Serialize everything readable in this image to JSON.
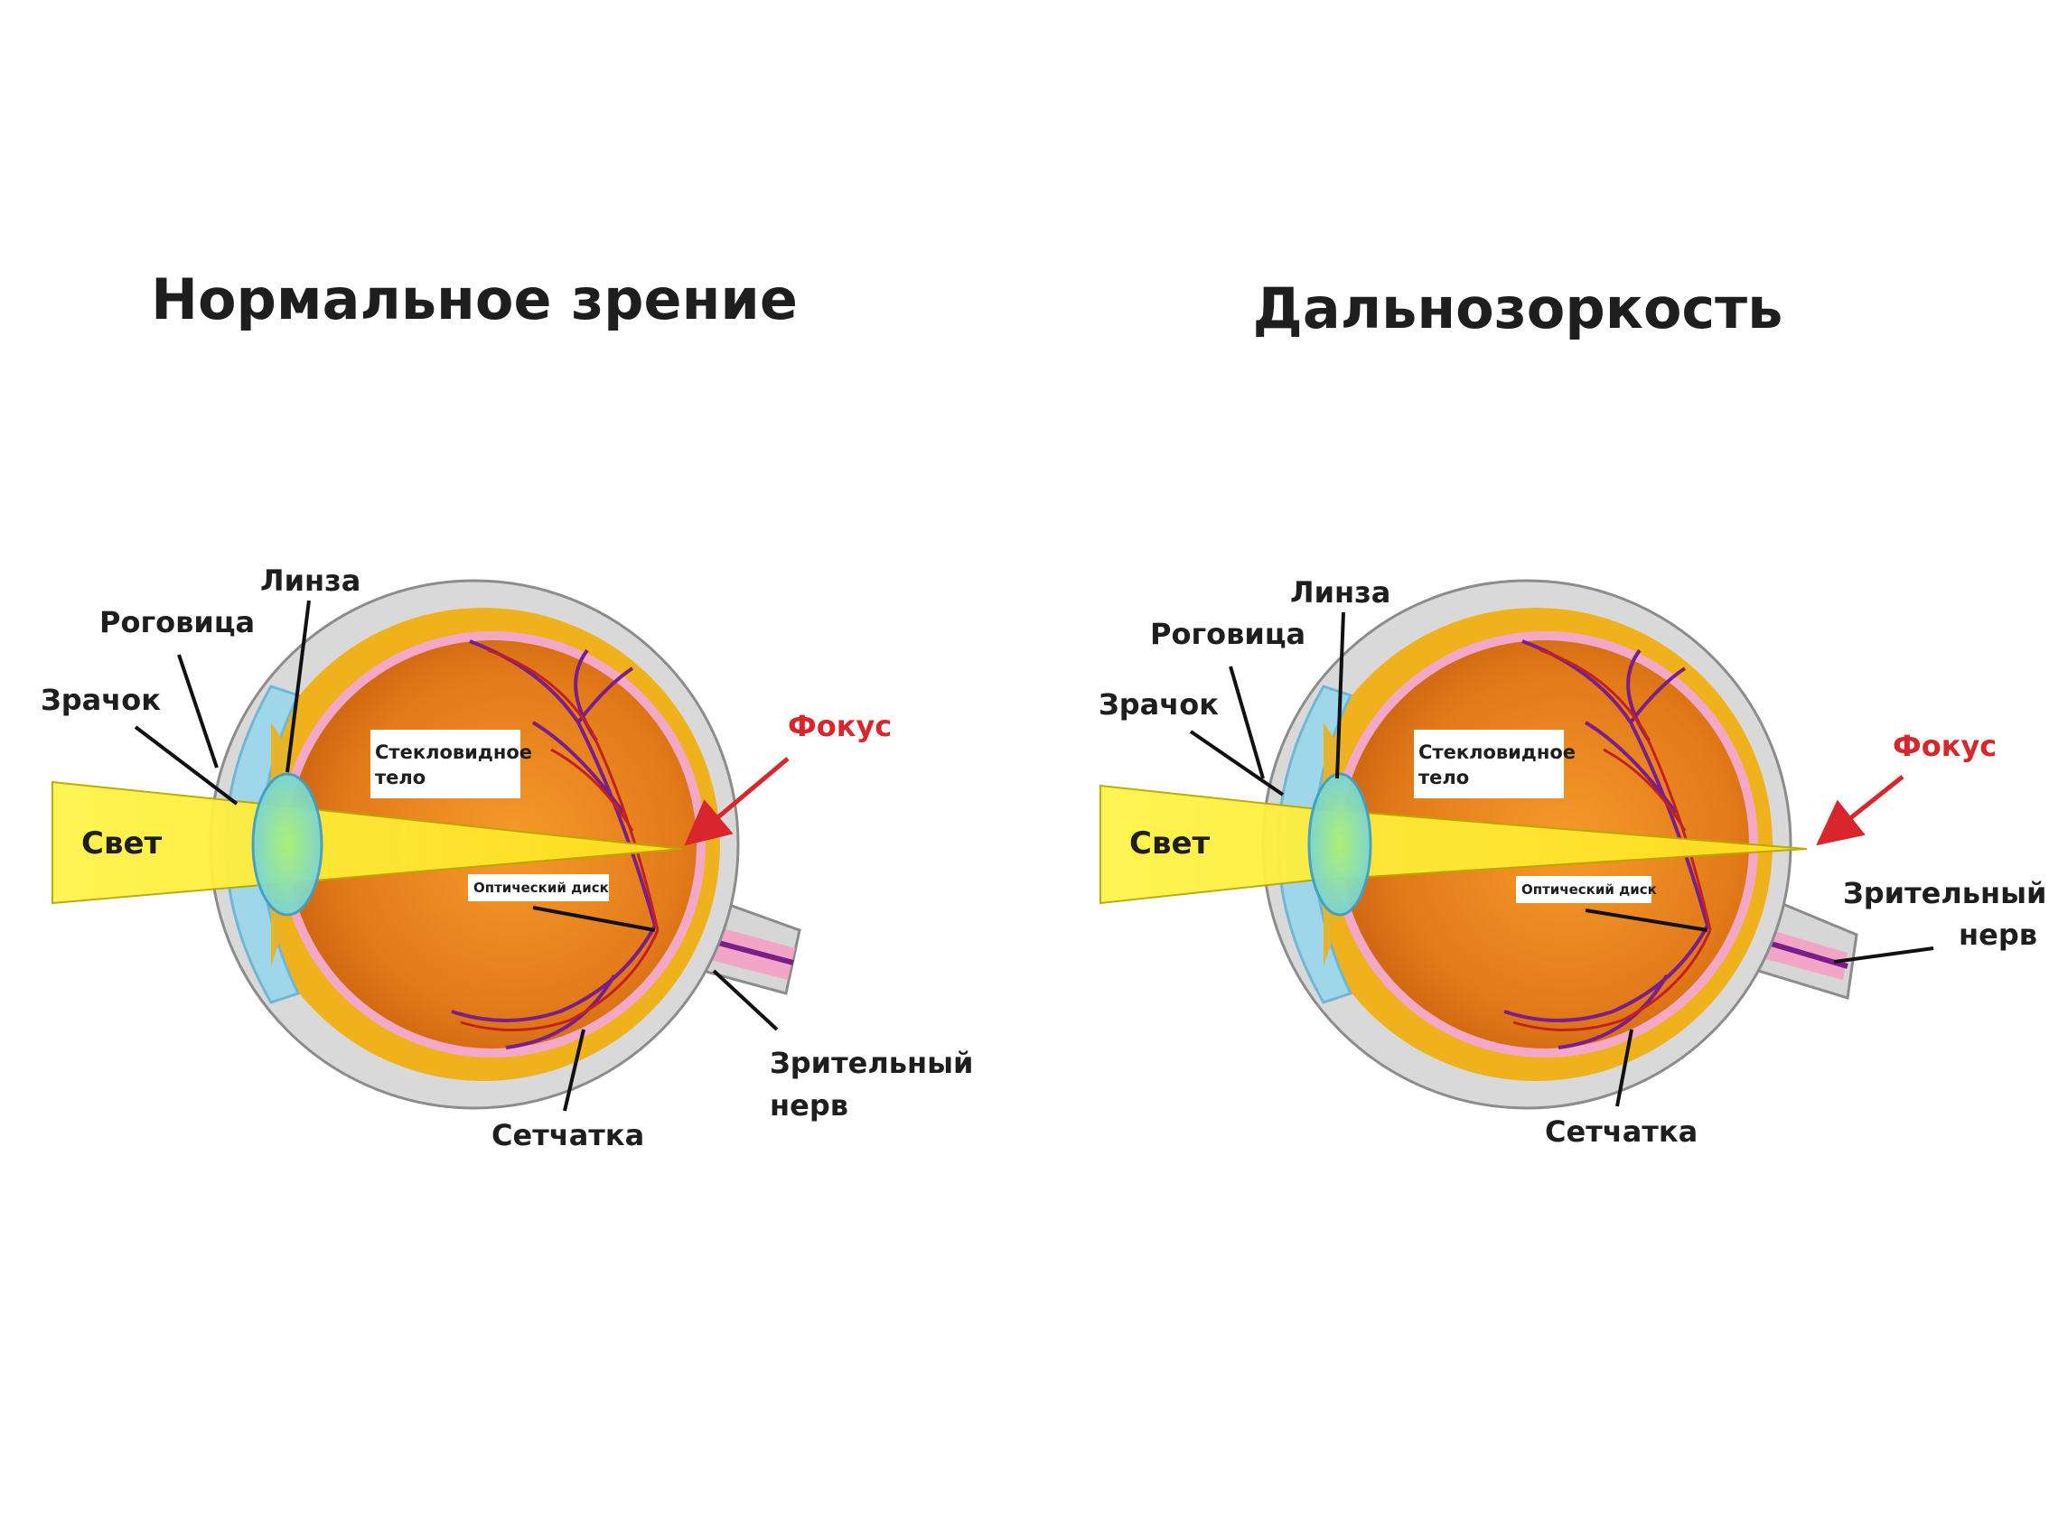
{
  "panels": [
    {
      "title": "Нормальное зрение",
      "labels": {
        "lens": "Линза",
        "cornea": "Роговица",
        "pupil": "Зрачок",
        "light": "Свет",
        "vitreous_line1": "Стекловидное",
        "vitreous_line2": "тело",
        "optic_disc": "Оптический диск",
        "focus": "Фокус",
        "retina": "Сетчатка",
        "optic_nerve_line1": "Зрительный",
        "optic_nerve_line2": "нерв"
      }
    },
    {
      "title": "Дальнозоркость",
      "labels": {
        "lens": "Линза",
        "cornea": "Роговица",
        "pupil": "Зрачок",
        "light": "Свет",
        "vitreous_line1": "Стекловидное",
        "vitreous_line2": "тело",
        "optic_disc": "Оптический диск",
        "focus": "Фокус",
        "retina": "Сетчатка",
        "optic_nerve_line1": "Зрительный",
        "optic_nerve_line2": "нерв"
      }
    }
  ],
  "colors": {
    "sclera": "#d9d9d9",
    "choroid": "#f0b21c",
    "vitreous": "#e8841e",
    "retina_layer": "#f4a8c8",
    "cornea": "#9fd6ea",
    "lens": "#7fd3ee",
    "light_beam": "#fff23a",
    "focus_arrow": "#d9262c",
    "vessels": "#7a1f8a"
  }
}
